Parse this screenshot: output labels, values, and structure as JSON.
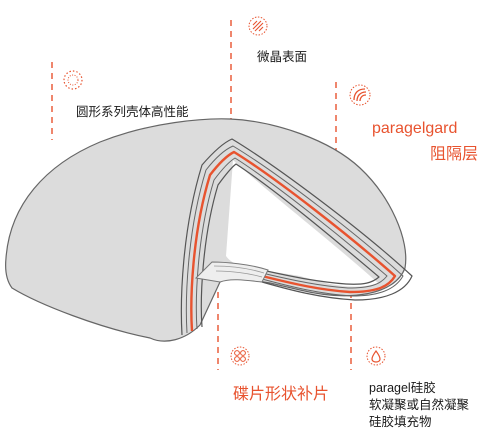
{
  "labels": {
    "round_shell": "圆形系列壳体高性能",
    "micro_crystal": "微晶表面",
    "barrier_brand": "paragelgard",
    "barrier_cn": "阻隔层",
    "disc_patch": "碟片形状补片",
    "gel_line1": "paragel硅胶",
    "gel_line2": "软凝聚或自然凝聚",
    "gel_line3": "硅胶填充物"
  },
  "colors": {
    "accent": "#e8532f",
    "shell_fill": "#dcdcdc",
    "outline": "#555555",
    "text": "#1a1a1a"
  },
  "icons": {
    "round_shell": "dotted-circle-icon",
    "micro_crystal": "hatched-circle-icon",
    "barrier": "curved-lines-icon",
    "disc_patch": "honeycomb-icon",
    "gel": "droplet-icon"
  }
}
